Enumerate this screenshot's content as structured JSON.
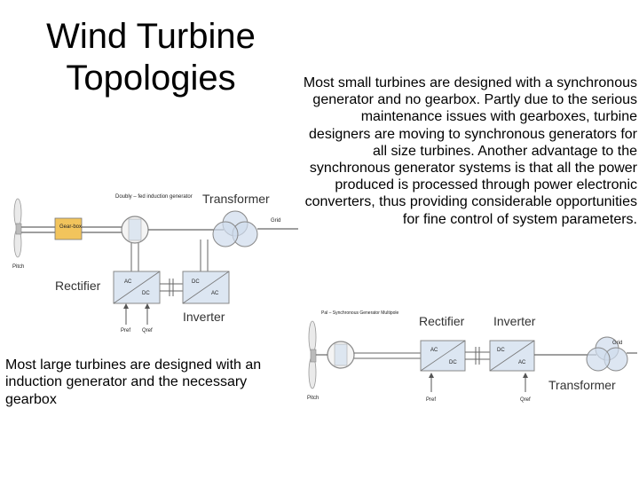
{
  "slide": {
    "title_line1": "Wind Turbine",
    "title_line2": "Topologies",
    "right_paragraph": "Most small turbines are designed with a synchronous generator and no gearbox. Partly due to the serious maintenance issues with gearboxes, turbine designers are moving to synchronous generators for all size turbines.  Another advantage to the synchronous generator systems is that all the power produced is processed through power electronic converters, thus providing considerable opportunities for fine control of system parameters.",
    "left_paragraph": "Most large turbines are designed with an induction generator and the necessary gearbox"
  },
  "diagram_large": {
    "gearbox": "Gear-box",
    "generator": "Doubly – fed induction generator",
    "transformer": "Transformer",
    "grid": "Grid",
    "pitch": "Pitch",
    "rectifier": "Rectifier",
    "inverter": "Inverter",
    "rect_ac": "AC",
    "rect_dc": "DC",
    "inv_dc": "DC",
    "inv_ac": "AC",
    "pref": "Pref",
    "qref": "Qref",
    "colors": {
      "gearbox_fill": "#f2c45c",
      "box_fill": "#dce6f2",
      "transformer_fill": "#cfdcec"
    }
  },
  "diagram_small": {
    "generator": "Pal – Synchronous Generator Multipole",
    "rectifier": "Rectifier",
    "inverter": "Inverter",
    "rect_ac": "AC",
    "rect_dc": "DC",
    "inv_dc": "DC",
    "inv_ac": "AC",
    "grid": "Grid",
    "transformer": "Transformer",
    "pitch": "Pitch",
    "pref": "Pref",
    "qref": "Qref"
  }
}
